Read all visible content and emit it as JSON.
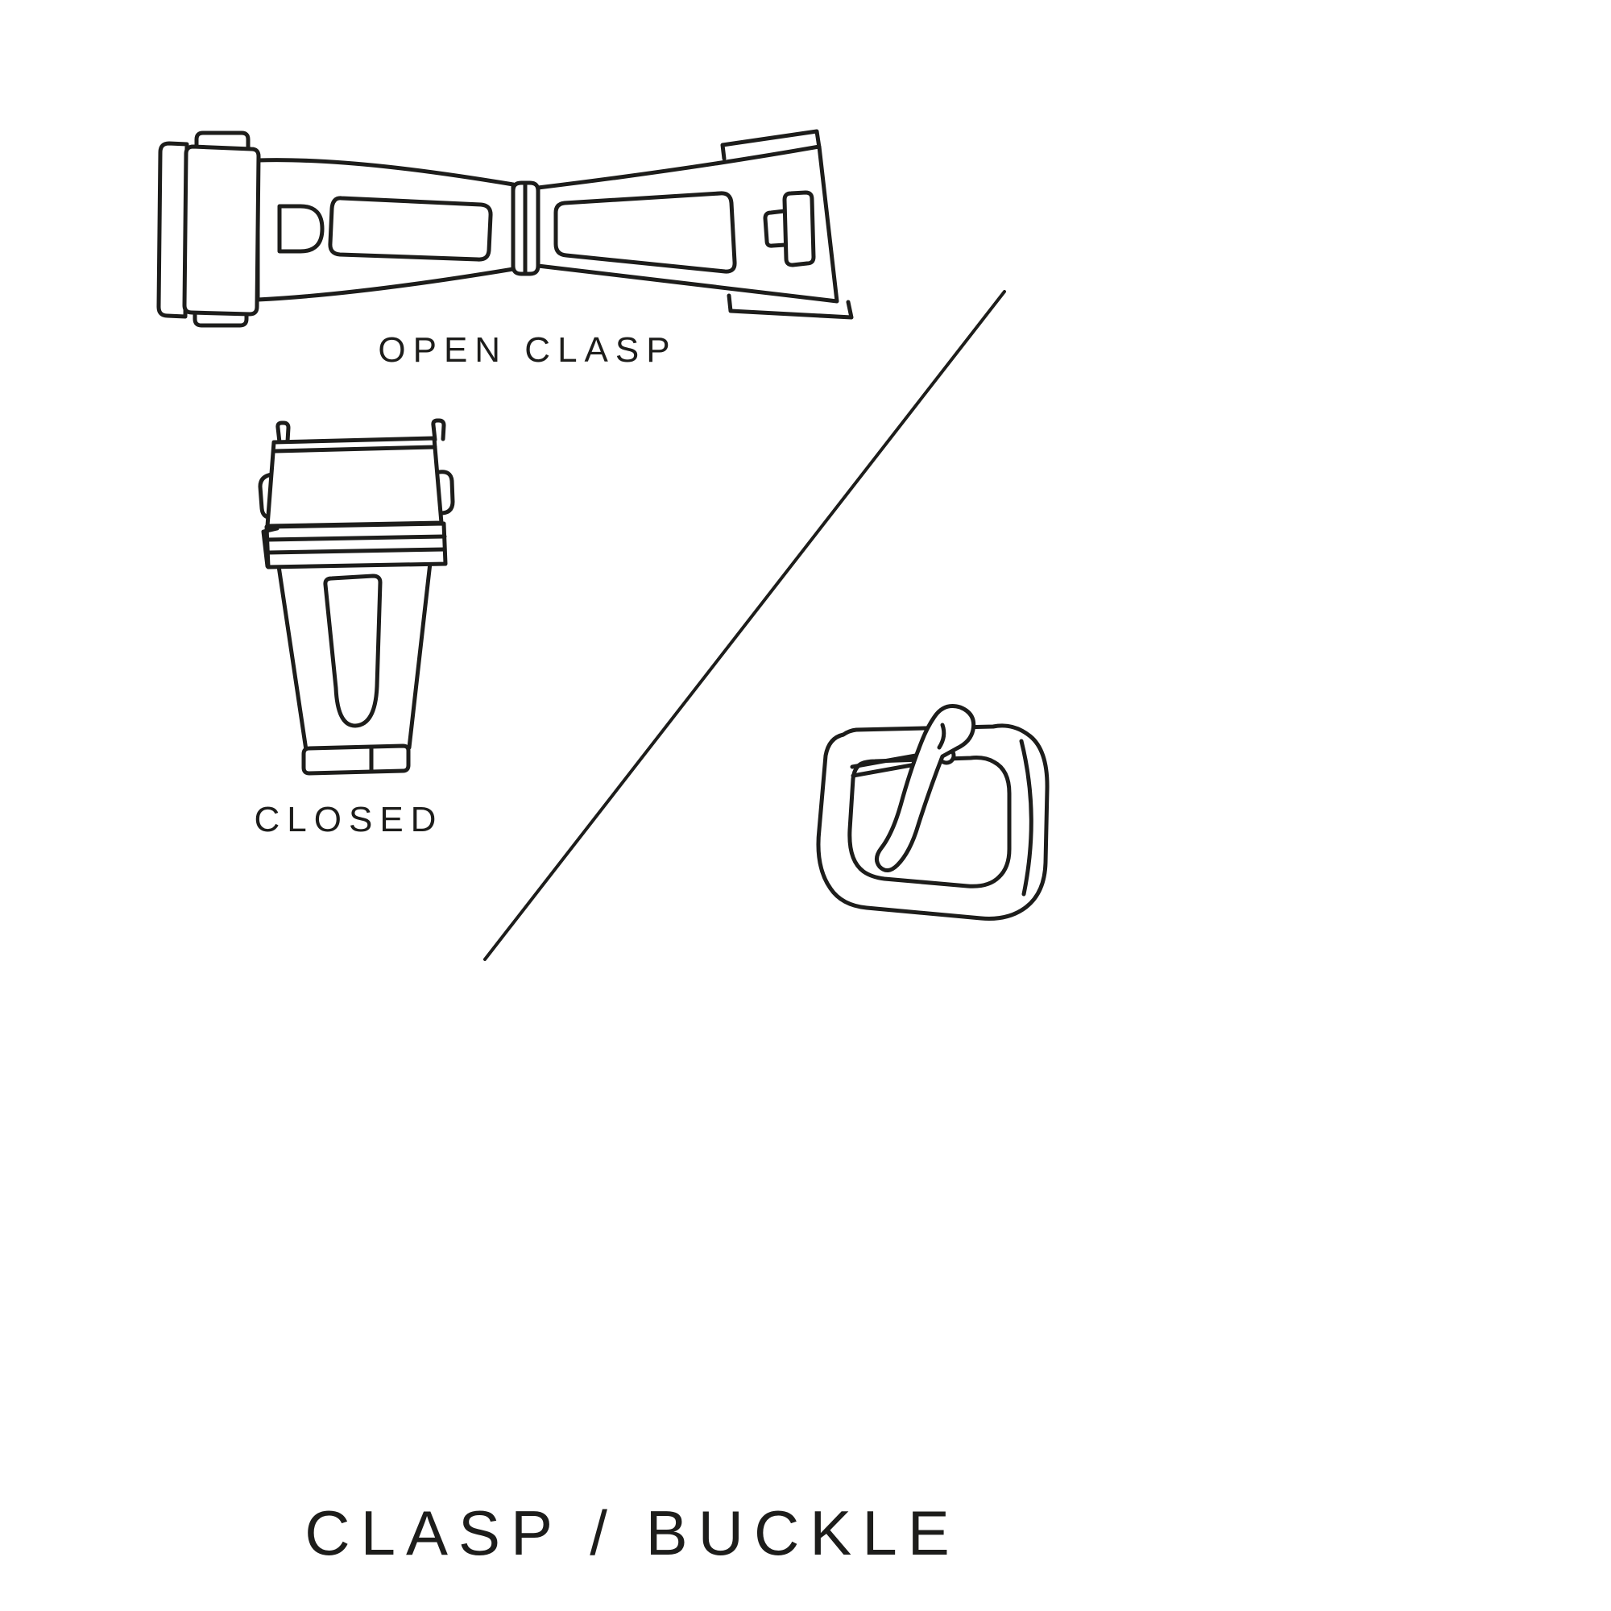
{
  "colors": {
    "background": "#ffffff",
    "ink": "#1d1d1b"
  },
  "diagram": {
    "title": "CLASP / BUCKLE",
    "items": [
      {
        "id": "open-clasp",
        "label": "OPEN CLASP"
      },
      {
        "id": "closed-clasp",
        "label": "CLOSED"
      },
      {
        "id": "tang-buckle",
        "label": ""
      }
    ]
  }
}
